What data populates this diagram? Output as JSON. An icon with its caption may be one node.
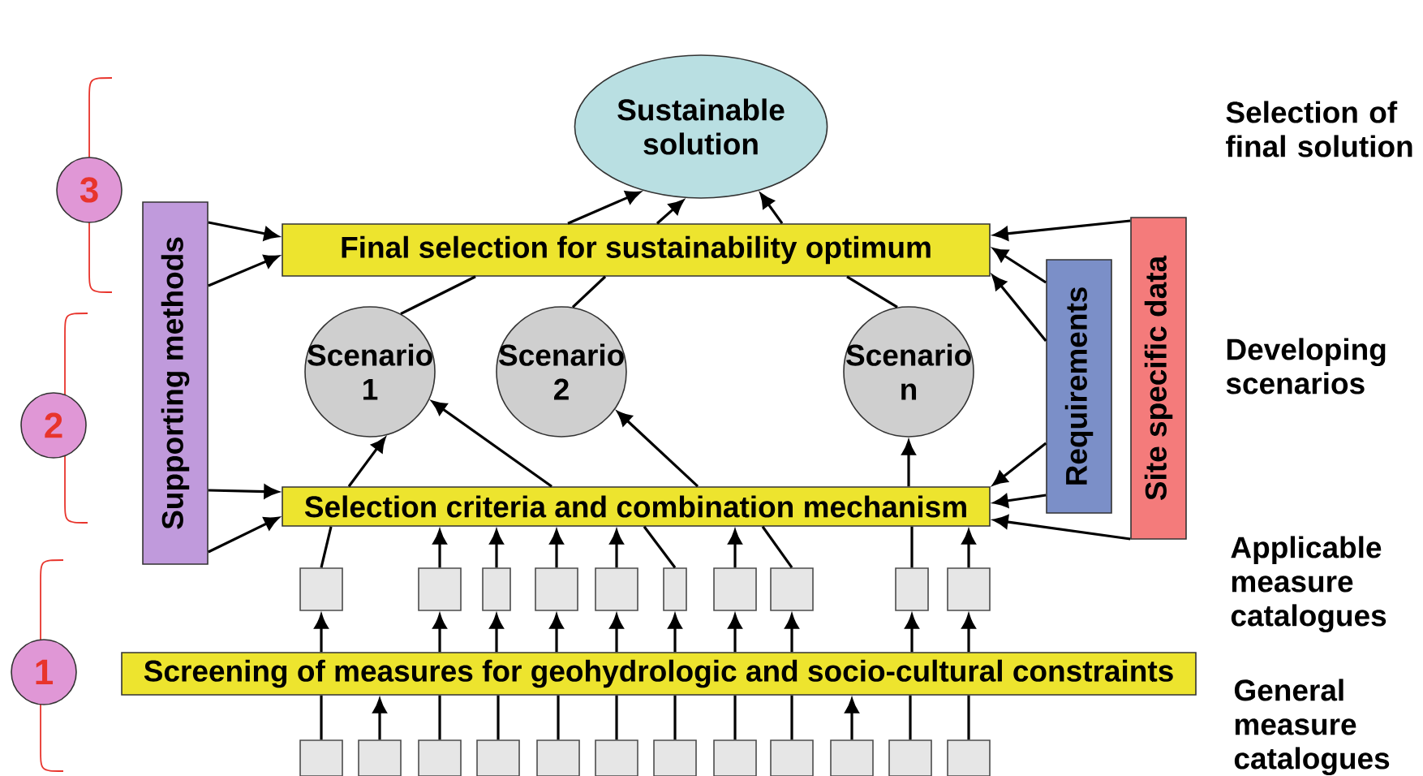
{
  "diagram": {
    "nodes": [
      {
        "text": [
          "Sustainable solution"
        ]
      },
      {
        "text": [
          "3"
        ]
      },
      {
        "text": [
          "Supporting methods"
        ]
      },
      {
        "text": [
          "Final selection for sustainability optimum"
        ]
      },
      {
        "text": [
          "Site specific data"
        ]
      },
      {
        "text": [
          "Requirements"
        ]
      },
      {
        "text": [
          "Scenario 1"
        ]
      },
      {
        "text": [
          "Scenario 2"
        ]
      },
      {
        "text": [
          "Scenario n"
        ]
      },
      {
        "text": [
          "2"
        ]
      },
      {
        "text": [
          "Selection criteria and combination mechanism"
        ]
      },
      {
        "text": [],
        "shape": "box"
      },
      {
        "text": [],
        "shape": "box"
      },
      {
        "text": [],
        "shape": "box"
      },
      {
        "text": [],
        "shape": "box"
      },
      {
        "text": [],
        "shape": "box"
      },
      {
        "text": [],
        "shape": "box"
      },
      {
        "text": [],
        "shape": "box"
      },
      {
        "text": [],
        "shape": "box"
      },
      {
        "text": [],
        "shape": "box"
      },
      {
        "text": [],
        "shape": "box"
      },
      {
        "text": [
          "1"
        ]
      },
      {
        "text": [
          "Screening of measures for geohydrologic and socio-cultural constraints"
        ]
      },
      {
        "text": [],
        "shape": "box"
      },
      {
        "text": [],
        "shape": "box"
      },
      {
        "text": [],
        "shape": "box"
      },
      {
        "text": [],
        "shape": "box"
      },
      {
        "text": [],
        "shape": "box"
      },
      {
        "text": [],
        "shape": "box"
      },
      {
        "text": [],
        "shape": "box"
      },
      {
        "text": [],
        "shape": "box"
      },
      {
        "text": [],
        "shape": "box"
      },
      {
        "text": [],
        "shape": "box"
      },
      {
        "text": [],
        "shape": "box"
      },
      {
        "text": [],
        "shape": "box"
      }
    ],
    "edges": [
      {
        "from": 3,
        "to": 0,
        "arrow": "to"
      },
      {
        "from": 3,
        "to": 0,
        "arrow": "to"
      },
      {
        "from": 3,
        "to": 0,
        "arrow": "to"
      },
      {
        "from": 6,
        "to": 3,
        "arrow": "none"
      },
      {
        "from": 7,
        "to": 3,
        "arrow": "none"
      },
      {
        "from": 8,
        "to": 3,
        "arrow": "none"
      },
      {
        "from": 2,
        "to": 3,
        "arrow": "to"
      },
      {
        "from": 2,
        "to": 3,
        "arrow": "to"
      },
      {
        "from": 2,
        "to": 10,
        "arrow": "to"
      },
      {
        "from": 2,
        "to": 10,
        "arrow": "to"
      },
      {
        "from": 4,
        "to": 3,
        "arrow": "to"
      },
      {
        "from": 5,
        "to": 3,
        "arrow": "to"
      },
      {
        "from": 5,
        "to": 3,
        "arrow": "to"
      },
      {
        "from": 5,
        "to": 10,
        "arrow": "to"
      },
      {
        "from": 5,
        "to": 10,
        "arrow": "to"
      },
      {
        "from": 4,
        "to": 10,
        "arrow": "to"
      },
      {
        "from": 10,
        "to": 6,
        "arrow": "to"
      },
      {
        "from": 10,
        "to": 6,
        "arrow": "to"
      },
      {
        "from": 10,
        "to": 7,
        "arrow": "to"
      },
      {
        "from": 10,
        "to": 8,
        "arrow": "to"
      },
      {
        "from": 11,
        "to": 10,
        "arrow": "none"
      },
      {
        "from": 12,
        "to": 10,
        "arrow": "to"
      },
      {
        "from": 13,
        "to": 10,
        "arrow": "to"
      },
      {
        "from": 14,
        "to": 10,
        "arrow": "to"
      },
      {
        "from": 15,
        "to": 10,
        "arrow": "to"
      },
      {
        "from": 16,
        "to": 10,
        "arrow": "none"
      },
      {
        "from": 17,
        "to": 10,
        "arrow": "to"
      },
      {
        "from": 18,
        "to": 10,
        "arrow": "none"
      },
      {
        "from": 19,
        "to": 10,
        "arrow": "none"
      },
      {
        "from": 20,
        "to": 10,
        "arrow": "to"
      },
      {
        "from": 22,
        "to": 11,
        "arrow": "to"
      },
      {
        "from": 22,
        "to": 12,
        "arrow": "to"
      },
      {
        "from": 22,
        "to": 13,
        "arrow": "to"
      },
      {
        "from": 22,
        "to": 14,
        "arrow": "to"
      },
      {
        "from": 22,
        "to": 15,
        "arrow": "to"
      },
      {
        "from": 22,
        "to": 16,
        "arrow": "to"
      },
      {
        "from": 22,
        "to": 17,
        "arrow": "to"
      },
      {
        "from": 22,
        "to": 18,
        "arrow": "to"
      },
      {
        "from": 22,
        "to": 19,
        "arrow": "to"
      },
      {
        "from": 22,
        "to": 20,
        "arrow": "to"
      },
      {
        "from": 23,
        "to": 22,
        "arrow": "none"
      },
      {
        "from": 24,
        "to": 22,
        "arrow": "to"
      },
      {
        "from": 25,
        "to": 22,
        "arrow": "none"
      },
      {
        "from": 26,
        "to": 22,
        "arrow": "none"
      },
      {
        "from": 27,
        "to": 22,
        "arrow": "none"
      },
      {
        "from": 28,
        "to": 22,
        "arrow": "none"
      },
      {
        "from": 29,
        "to": 22,
        "arrow": "none"
      },
      {
        "from": 30,
        "to": 22,
        "arrow": "none"
      },
      {
        "from": 31,
        "to": 22,
        "arrow": "none"
      },
      {
        "from": 32,
        "to": 22,
        "arrow": "to"
      },
      {
        "from": 33,
        "to": 22,
        "arrow": "none"
      },
      {
        "from": 34,
        "to": 22,
        "arrow": "none"
      }
    ],
    "labels": [
      "Selection of final solution",
      "Developing scenarios",
      "Applicable measure catalogues",
      "General measure catalogues"
    ]
  }
}
